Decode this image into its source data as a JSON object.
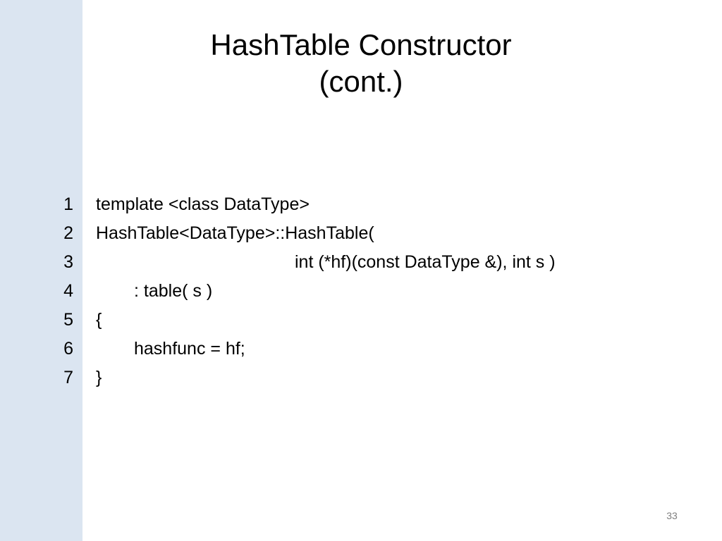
{
  "slide": {
    "title_line1": "HashTable Constructor",
    "title_line2": "(cont.)",
    "page_number": "33",
    "code_lines": [
      {
        "number": "1",
        "text": "template <class DataType>"
      },
      {
        "number": "2",
        "text": "HashTable<DataType>::HashTable("
      },
      {
        "number": "3",
        "text": "int (*hf)(const DataType &), int s )"
      },
      {
        "number": "4",
        "text": ": table( s )"
      },
      {
        "number": "5",
        "text": "{"
      },
      {
        "number": "6",
        "text": "hashfunc = hf;"
      },
      {
        "number": "7",
        "text": "}"
      }
    ]
  },
  "colors": {
    "side_bar": "#dbe5f1",
    "background": "#ffffff",
    "text": "#000000",
    "page_number": "#7f7f7f"
  }
}
